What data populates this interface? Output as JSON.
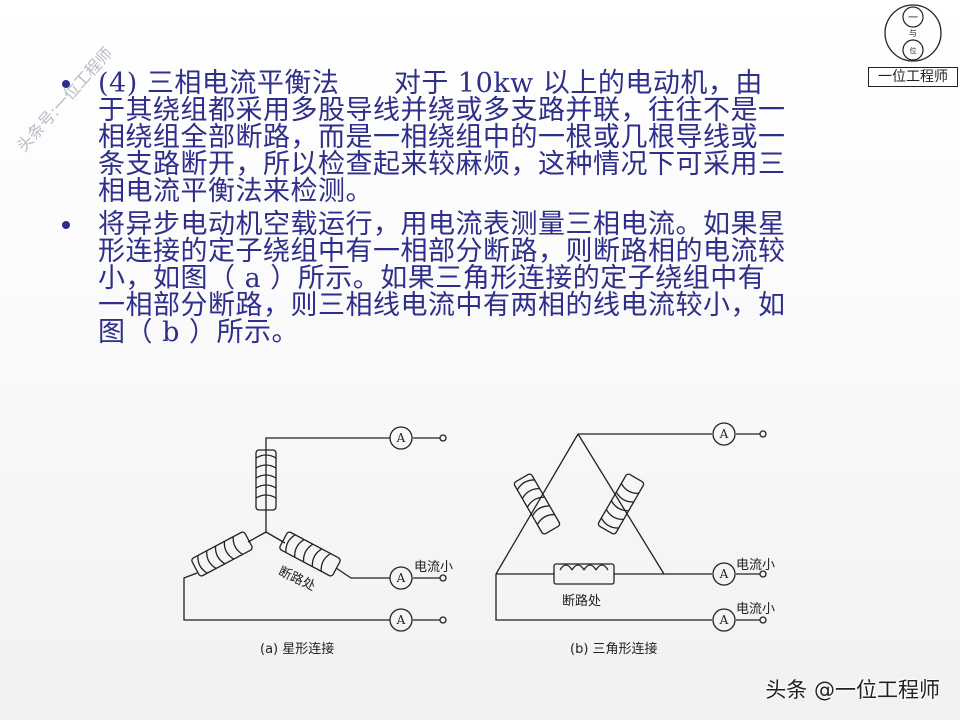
{
  "watermark": {
    "diagonal": "头条号:一位工程师",
    "logo_box": "一位工程师",
    "logo_top_char": "一",
    "logo_mid_char": "与",
    "logo_bottom_char": "位",
    "footer": "头条 @一位工程师"
  },
  "bullets": [
    {
      "lines": [
        "(4) 三相电流平衡法      对于 10kw 以上的电动机，由",
        "于其绕组都采用多股导线并绕或多支路并联，往往不是一",
        "相绕组全部断路，而是一相绕组中的一根或几根导线或一",
        "条支路断开，所以检查起来较麻烦，这种情况下可采用三",
        "相电流平衡法来检测。"
      ]
    },
    {
      "lines": [
        "将异步电动机空载运行，用电流表测量三相电流。如果星",
        "形连接的定子绕组中有一相部分断路，则断路相的电流较",
        "小，如图（ a ）所示。如果三角形连接的定子绕组中有",
        "一相部分断路，则三相线电流中有两相的线电流较小，如",
        "图（ b ）所示。"
      ]
    }
  ],
  "diagram_a": {
    "caption": "(a) 星形连接",
    "break_label": "断路处",
    "low_current_label": "电流小",
    "ammeter_symbol": "A"
  },
  "diagram_b": {
    "caption": "(b) 三角形连接",
    "break_label": "断路处",
    "low_current_label_1": "电流小",
    "low_current_label_2": "电流小",
    "ammeter_symbol": "A"
  }
}
